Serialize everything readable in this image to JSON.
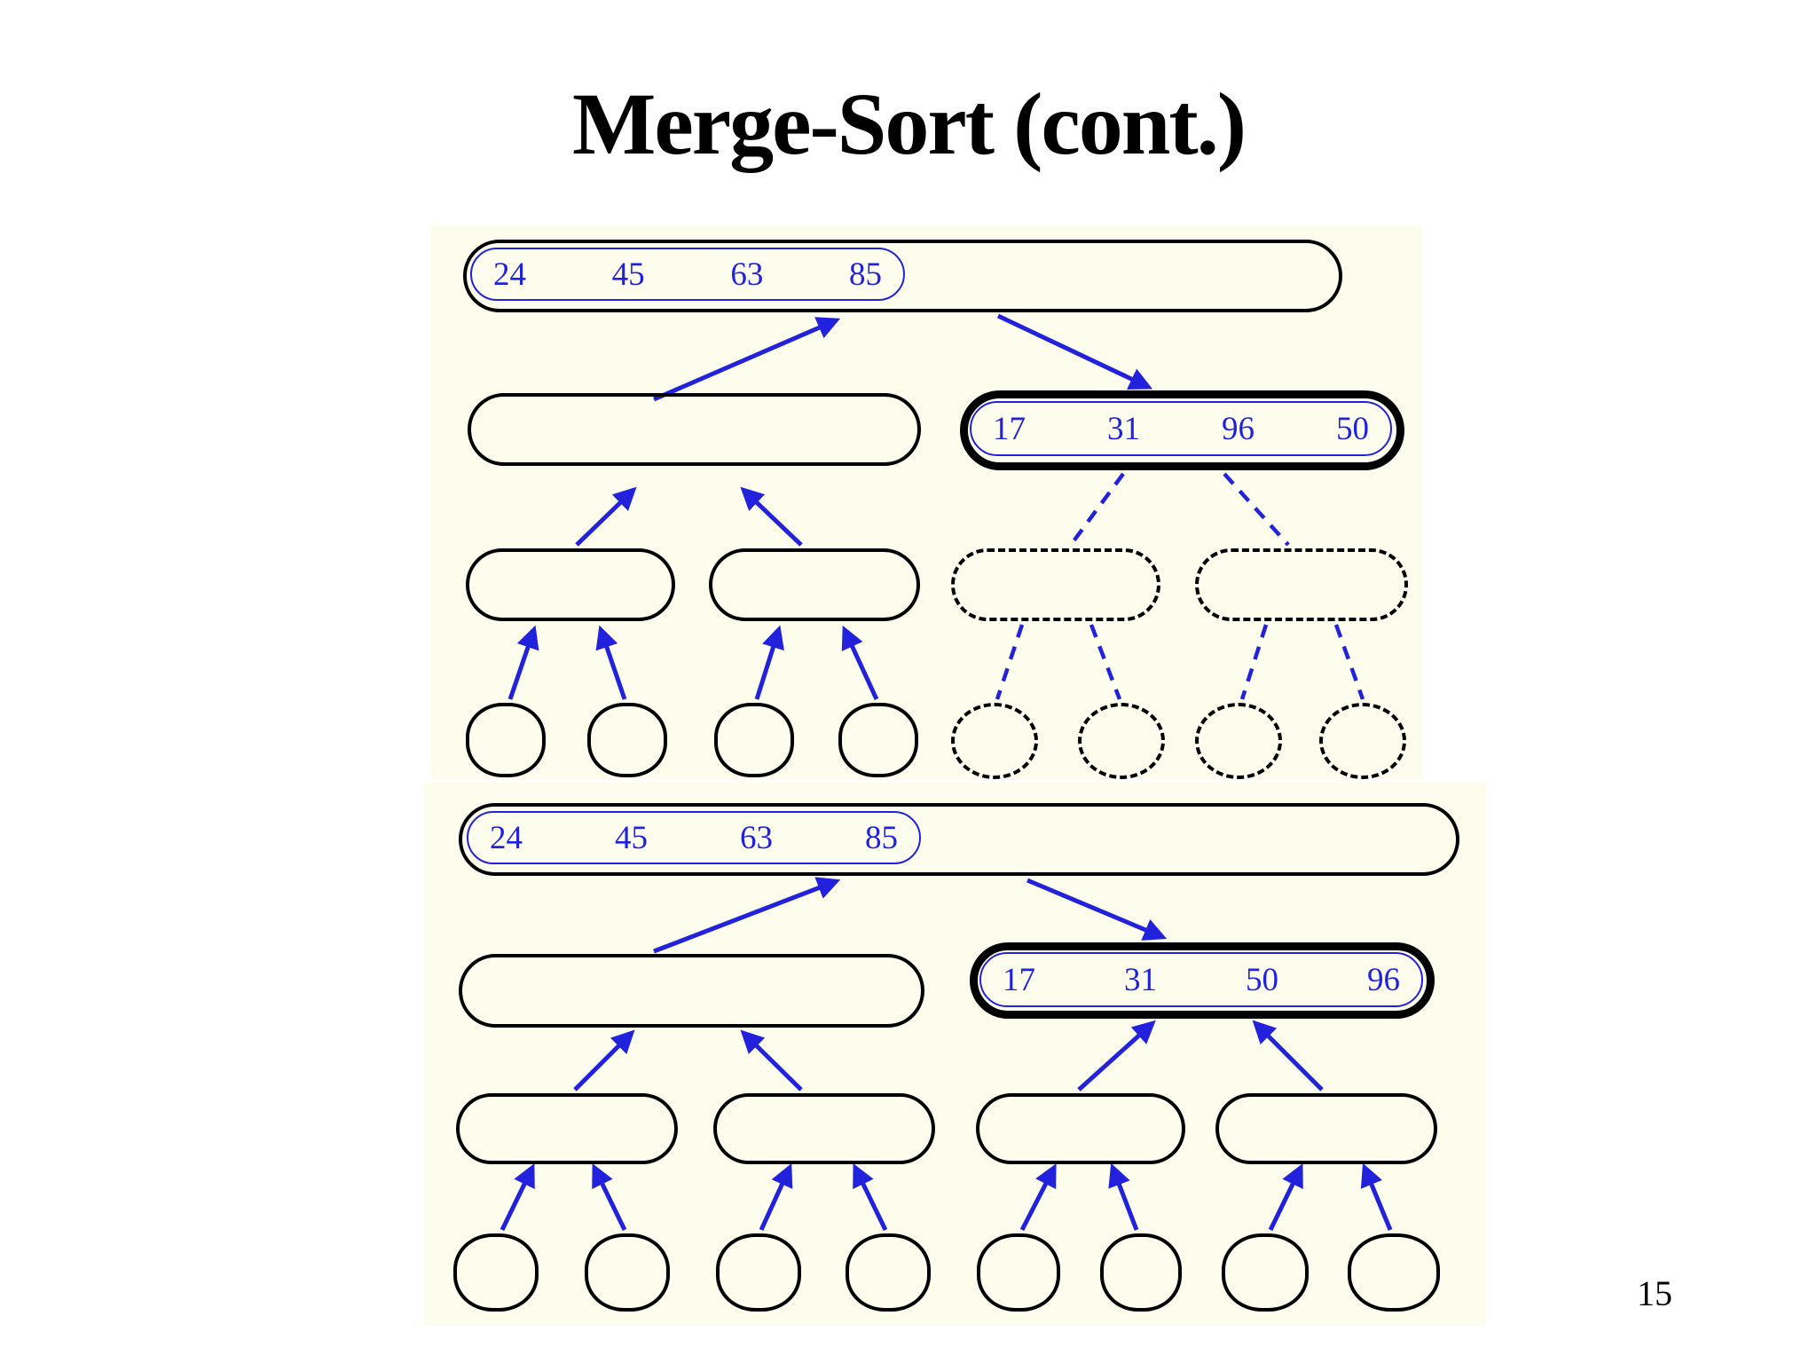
{
  "title": "Merge-Sort (cont.)",
  "page_number": "15",
  "colors": {
    "blue": "#2222dd",
    "node_border": "#000000",
    "diagram_background": "#fdfdee",
    "slide_background": "#ffffff"
  },
  "trees": [
    {
      "root_sequence": [
        "24",
        "45",
        "63",
        "85"
      ],
      "right_child_sequence": [
        "17",
        "31",
        "96",
        "50"
      ]
    },
    {
      "root_sequence": [
        "24",
        "45",
        "63",
        "85"
      ],
      "right_child_sequence": [
        "17",
        "31",
        "50",
        "96"
      ]
    }
  ]
}
